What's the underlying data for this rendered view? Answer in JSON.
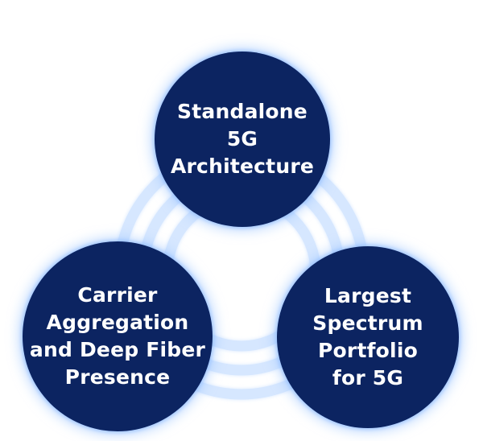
{
  "diagram": {
    "nodes": [
      {
        "id": "top",
        "label": "Standalone\n5G\nArchitecture"
      },
      {
        "id": "left",
        "label": "Carrier\nAggregation\nand Deep Fiber\nPresence"
      },
      {
        "id": "right",
        "label": "Largest\nSpectrum\nPortfolio\nfor 5G"
      }
    ],
    "colors": {
      "node_fill": "#0c2461",
      "node_text": "#ffffff",
      "ring_stroke": "#cfe3ff",
      "glow": "#a0c8ff"
    }
  }
}
